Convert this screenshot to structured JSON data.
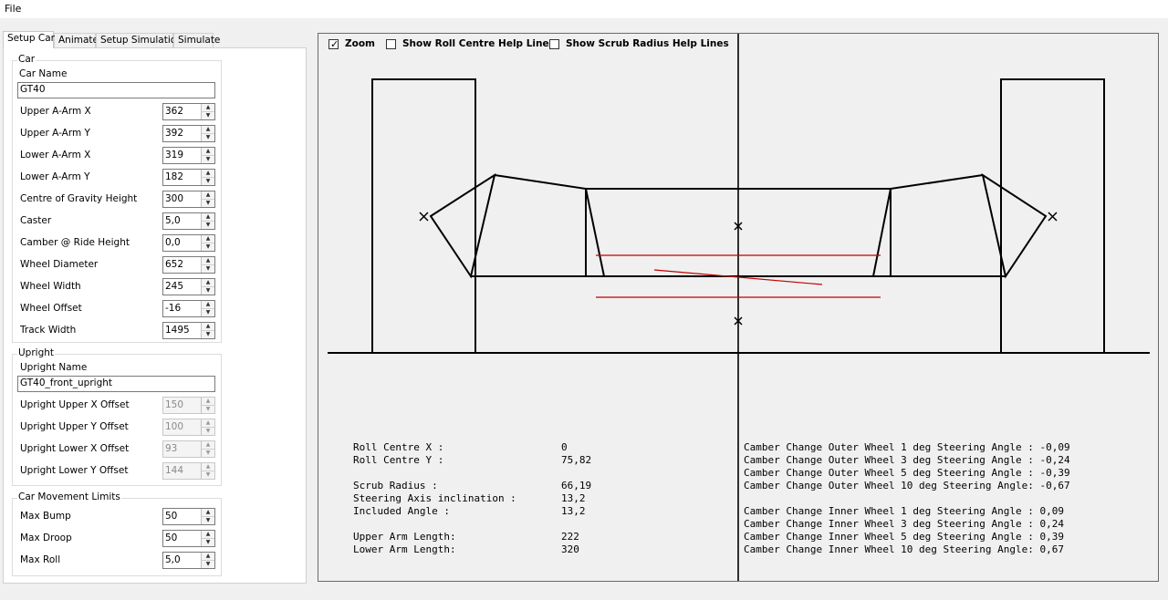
{
  "menu": {
    "file": "File"
  },
  "tabs": [
    "Setup Car",
    "Animate",
    "Setup Simulation",
    "Simulate"
  ],
  "car_group": {
    "title": "Car",
    "name_label": "Car Name",
    "name_value": "GT40",
    "fields": [
      {
        "label": "Upper A-Arm X",
        "value": "362"
      },
      {
        "label": "Upper A-Arm Y",
        "value": "392"
      },
      {
        "label": "Lower A-Arm X",
        "value": "319"
      },
      {
        "label": "Lower A-Arm Y",
        "value": "182"
      },
      {
        "label": "Centre of Gravity Height",
        "value": "300"
      },
      {
        "label": "Caster",
        "value": "5,0"
      },
      {
        "label": "Camber @ Ride Height",
        "value": "0,0"
      },
      {
        "label": "Wheel Diameter",
        "value": "652"
      },
      {
        "label": "Wheel Width",
        "value": "245"
      },
      {
        "label": "Wheel Offset",
        "value": "-16"
      },
      {
        "label": "Track Width",
        "value": "1495"
      }
    ]
  },
  "upright_group": {
    "title": "Upright",
    "name_label": "Upright  Name",
    "name_value": "GT40_front_upright",
    "fields": [
      {
        "label": "Upright Upper X Offset",
        "value": "150"
      },
      {
        "label": "Upright Upper Y Offset",
        "value": "100"
      },
      {
        "label": "Upright Lower X Offset",
        "value": "93"
      },
      {
        "label": "Upright Lower Y Offset",
        "value": "144"
      }
    ]
  },
  "limits_group": {
    "title": "Car Movement Limits",
    "fields": [
      {
        "label": "Max Bump",
        "value": "50"
      },
      {
        "label": "Max Droop",
        "value": "50"
      },
      {
        "label": "Max Roll",
        "value": "5,0"
      }
    ]
  },
  "view_options": {
    "zoom": {
      "label": "Zoom",
      "checked": true
    },
    "roll_centre": {
      "label": "Show Roll Centre Help Lines",
      "checked": false
    },
    "scrub_radius": {
      "label": "Show Scrub Radius Help Lines",
      "checked": false
    }
  },
  "results_left": [
    {
      "label": "Roll Centre X :",
      "value": "0"
    },
    {
      "label": "Roll Centre Y :",
      "value": "75,82"
    },
    {
      "label": "Scrub Radius :",
      "value": "66,19"
    },
    {
      "label": "Steering Axis inclination :",
      "value": "13,2"
    },
    {
      "label": "Included Angle :",
      "value": "13,2"
    },
    {
      "label": "Upper Arm Length:",
      "value": "222"
    },
    {
      "label": "Lower Arm Length:",
      "value": "320"
    }
  ],
  "results_outer": [
    "Camber Change Outer Wheel 1 deg Steering Angle : -0,09",
    "Camber Change Outer Wheel 3 deg Steering Angle : -0,24",
    "Camber Change Outer Wheel 5 deg Steering Angle : -0,39",
    "Camber Change Outer Wheel 10 deg Steering Angle: -0,67"
  ],
  "results_inner": [
    "Camber Change Inner Wheel 1 deg Steering Angle : 0,09",
    "Camber Change Inner Wheel 3 deg Steering Angle : 0,24",
    "Camber Change Inner Wheel 5 deg Steering Angle : 0,39",
    "Camber Change Inner Wheel 10 deg Steering Angle: 0,67"
  ],
  "colors": {
    "help_line": "#c00000",
    "drawing": "#000000"
  }
}
